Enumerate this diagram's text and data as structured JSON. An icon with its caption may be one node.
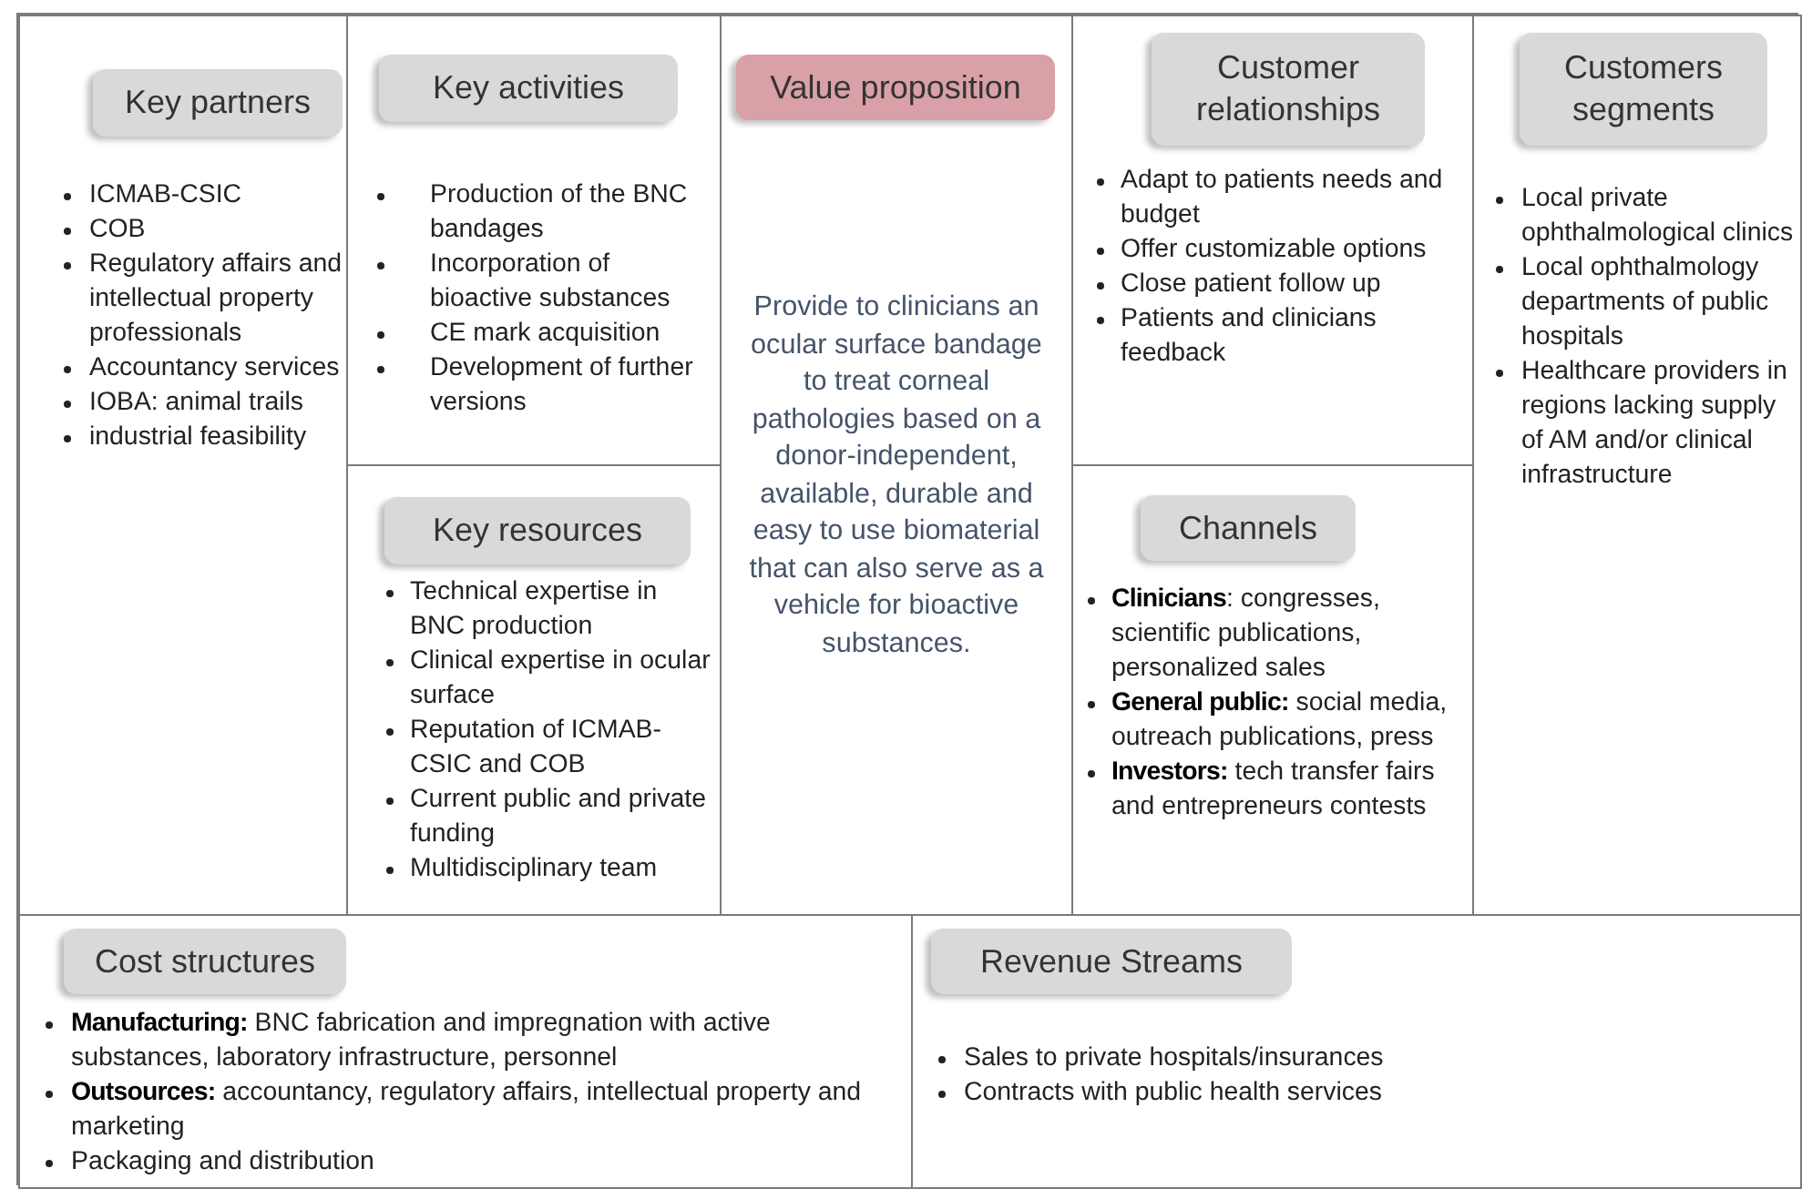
{
  "diagram": {
    "nodes": [
      {
        "text": [
          "Key partners",
          "ICMAB-CSIC",
          "COB",
          "Regulatory affairs and intellectual property professionals",
          "Accountancy services",
          "IOBA: animal trails",
          "industrial feasibility"
        ]
      },
      {
        "text": [
          "Key activities",
          "Production of the BNC bandages",
          "Incorporation of bioactive substances",
          "CE mark acquisition",
          "Development of further versions"
        ]
      },
      {
        "text": [
          "Key resources",
          "Technical expertise in BNC production",
          "Clinical expertise in ocular surface",
          "Reputation of ICMAB-CSIC and COB",
          "Current public and private funding",
          "Multidisciplinary team"
        ]
      },
      {
        "text": [
          "Value proposition",
          "Provide to clinicians an ocular surface bandage to treat corneal pathologies based on a donor-independent, available, durable and easy to use biomaterial that can also serve as a vehicle for bioactive substances."
        ]
      },
      {
        "text": [
          "Customer relationships",
          "Adapt to patients needs and budget",
          "Offer customizable options",
          "Close patient follow up",
          "Patients and clinicians feedback"
        ]
      },
      {
        "text": [
          "Channels",
          "**Clinicians**: congresses, scientific publications, personalized sales",
          "**General public:** social media, outreach publications, press",
          "**Investors:** tech transfer fairs and entrepreneurs contests"
        ]
      },
      {
        "text": [
          "Customers segments",
          "Local private ophthalmological clinics",
          "Local ophthalmology departments of public hospitals",
          "Healthcare providers in regions lacking supply of AM and/or clinical infrastructure"
        ]
      },
      {
        "text": [
          "Cost structures",
          "**Manufacturing:** BNC fabrication and impregnation with active substances, laboratory infrastructure, personnel",
          "**Outsources:** accountancy, regulatory affairs, intellectual property and marketing",
          "Packaging and distribution"
        ]
      },
      {
        "text": [
          "Revenue Streams",
          "Sales to private hospitals/insurances",
          "Contracts with public health services"
        ]
      }
    ]
  }
}
